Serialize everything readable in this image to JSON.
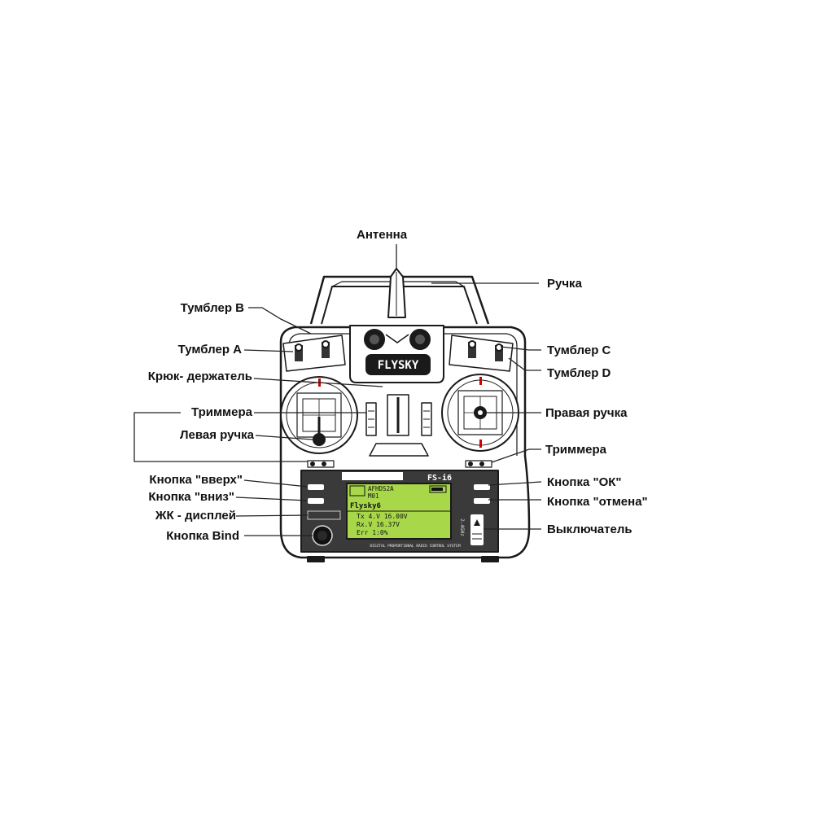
{
  "labels": {
    "antenna": "Антенна",
    "handle": "Ручка",
    "switch_b": "Тумблер B",
    "switch_a": "Тумблер A",
    "switch_c": "Тумблер C",
    "switch_d": "Тумблер D",
    "hook": "Крюк- держатель",
    "trims_left": "Триммера",
    "left_stick": "Левая ручка",
    "right_stick": "Правая ручка",
    "trims_right": "Триммера",
    "up_button": "Кнопка \"вверх\"",
    "down_button": "Кнопка \"вниз\"",
    "lcd": "ЖК - дисплей",
    "bind_button": "Кнопка Bind",
    "ok_button": "Кнопка \"ОК\"",
    "cancel_button": "Кнопка \"отмена\"",
    "power_switch": "Выключатель"
  },
  "device": {
    "brand": "FLYSKY",
    "model": "FS-i6",
    "lcd_lines": [
      "AFHDS2A",
      "M01",
      "Flysky6",
      "Tx 4.V 16.00V",
      "Rx.V 16.37V",
      "Err 1:0%"
    ],
    "bottom_text": "DIGITAL PROPORTIONAL RADIO CONTROL SYSTEM",
    "side_text": "2.4GHz"
  },
  "colors": {
    "outline": "#1a1a1a",
    "body_fill": "#ffffff",
    "panel": "#3a3a3a",
    "lcd_green": "#a8d84a",
    "pointer_line": "#222222"
  }
}
